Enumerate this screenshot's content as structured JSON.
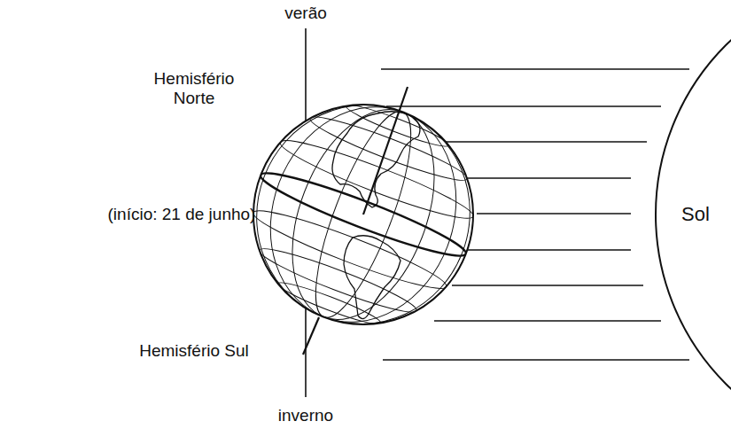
{
  "diagram": {
    "nodes": [
      {
        "text": [
          "Sol"
        ]
      }
    ],
    "labels": [
      "verão",
      "Hemisfério Norte",
      "(início: 21 de junho)",
      "Hemisfério Sul",
      "inverno"
    ]
  }
}
